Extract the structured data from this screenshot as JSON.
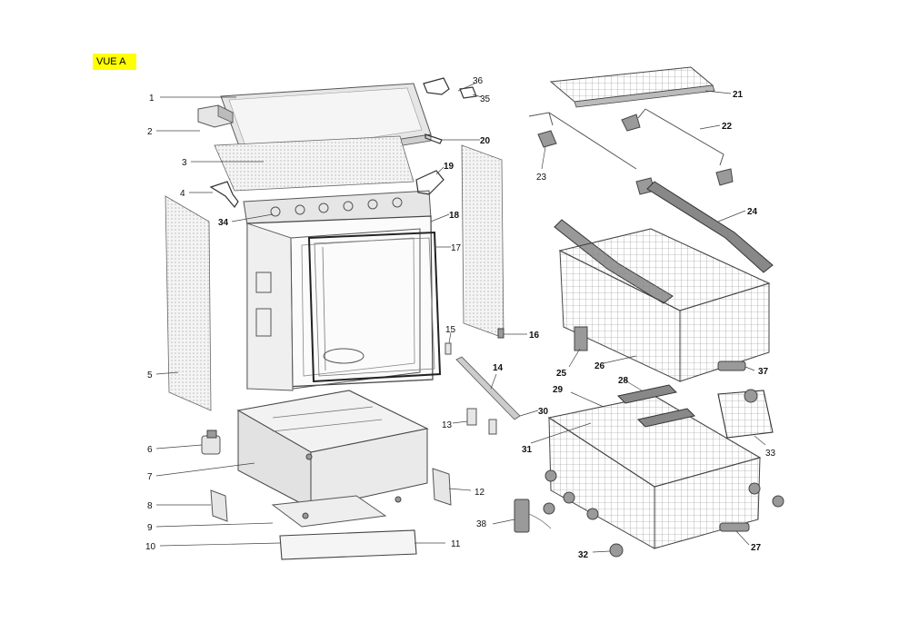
{
  "view_label": "VUE A",
  "callouts": [
    {
      "num": "1",
      "bold": false
    },
    {
      "num": "2",
      "bold": false
    },
    {
      "num": "3",
      "bold": false
    },
    {
      "num": "4",
      "bold": false
    },
    {
      "num": "5",
      "bold": false
    },
    {
      "num": "6",
      "bold": false
    },
    {
      "num": "7",
      "bold": false
    },
    {
      "num": "8",
      "bold": false
    },
    {
      "num": "9",
      "bold": false
    },
    {
      "num": "10",
      "bold": false
    },
    {
      "num": "11",
      "bold": false
    },
    {
      "num": "12",
      "bold": false
    },
    {
      "num": "13",
      "bold": false
    },
    {
      "num": "14",
      "bold": true
    },
    {
      "num": "15",
      "bold": false
    },
    {
      "num": "16",
      "bold": true
    },
    {
      "num": "17",
      "bold": false
    },
    {
      "num": "18",
      "bold": true
    },
    {
      "num": "19",
      "bold": true
    },
    {
      "num": "20",
      "bold": true
    },
    {
      "num": "21",
      "bold": true
    },
    {
      "num": "22",
      "bold": true
    },
    {
      "num": "23",
      "bold": false
    },
    {
      "num": "24",
      "bold": true
    },
    {
      "num": "25",
      "bold": true
    },
    {
      "num": "26",
      "bold": true
    },
    {
      "num": "27",
      "bold": true
    },
    {
      "num": "28",
      "bold": true
    },
    {
      "num": "29",
      "bold": true
    },
    {
      "num": "30",
      "bold": true
    },
    {
      "num": "31",
      "bold": true
    },
    {
      "num": "32",
      "bold": true
    },
    {
      "num": "33",
      "bold": false
    },
    {
      "num": "34",
      "bold": true
    },
    {
      "num": "35",
      "bold": false
    },
    {
      "num": "36",
      "bold": false
    },
    {
      "num": "37",
      "bold": true
    },
    {
      "num": "38",
      "bold": false
    }
  ]
}
